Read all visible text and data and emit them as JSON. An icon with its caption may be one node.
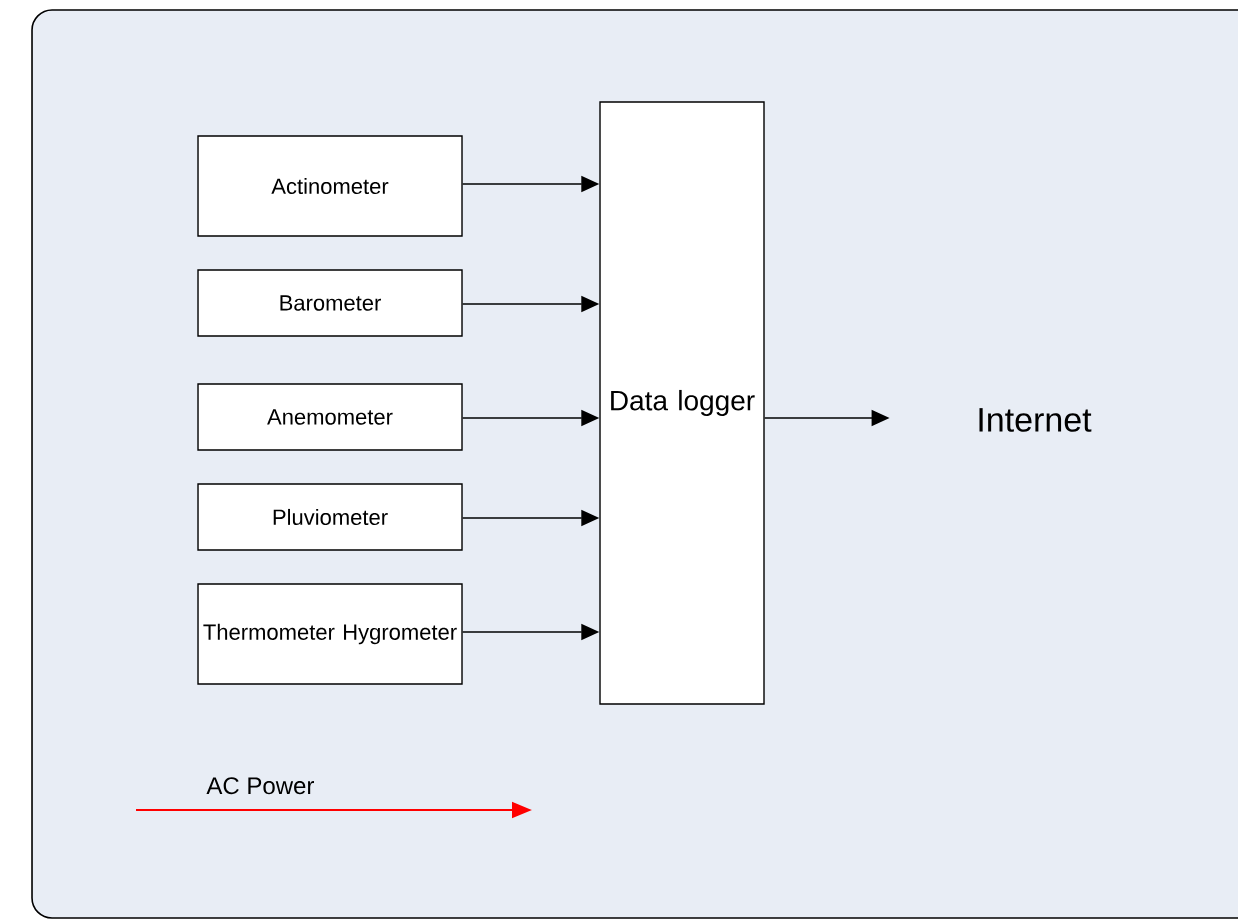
{
  "diagram": {
    "nodes": [
      {
        "text": [
          "Actinometer"
        ]
      },
      {
        "text": [
          "Barometer"
        ]
      },
      {
        "text": [
          "Anemometer"
        ]
      },
      {
        "text": [
          "Pluviometer"
        ]
      },
      {
        "text": [
          "Thermometer Hygrometer"
        ]
      },
      {
        "text": [
          "Data logger"
        ]
      },
      {
        "text": [
          "Internet"
        ]
      }
    ],
    "edges": [
      {
        "from": 0,
        "to": 5,
        "arrow": "to"
      },
      {
        "from": 1,
        "to": 5,
        "arrow": "to"
      },
      {
        "from": 2,
        "to": 5,
        "arrow": "to"
      },
      {
        "from": 3,
        "to": 5,
        "arrow": "to"
      },
      {
        "from": 4,
        "to": 5,
        "arrow": "to"
      },
      {
        "from": 5,
        "to": 6,
        "arrow": "to"
      }
    ],
    "legend": [
      {
        "text": "AC Power"
      }
    ]
  }
}
